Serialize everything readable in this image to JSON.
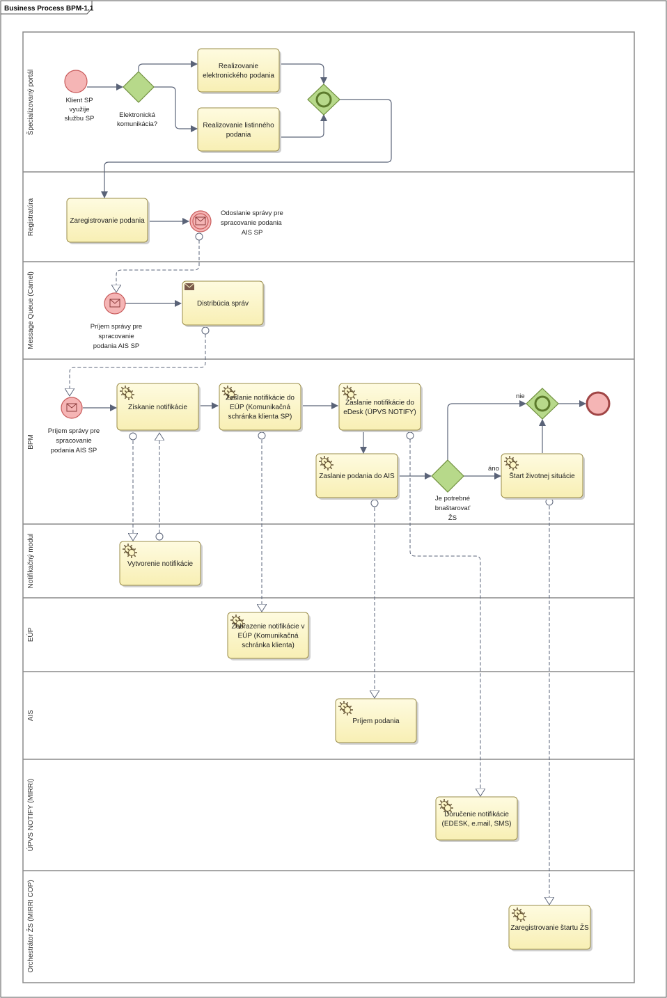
{
  "title": "Business Process BPM-1.1",
  "lanes": [
    "Špecializovaný portál",
    "Registratúra",
    "Message Queue (Camel)",
    "BPM",
    "Notifikačný modul",
    "EÚP",
    "AIS",
    "ÚPVS NOTIFY (MIRRI)",
    "Orchestrátor ŽS (MIRRI COP)"
  ],
  "tasks": {
    "t1": [
      "Realizovanie",
      "elektronického podania"
    ],
    "t2": [
      "Realizovanie listinného",
      "podania"
    ],
    "t3": [
      "Zaregistrovanie podania"
    ],
    "t4": [
      "Distribúcia správ"
    ],
    "t5": [
      "Získanie notifikácie"
    ],
    "t6": [
      "Zaslanie notifikácie do",
      "EÚP (Komunikačná",
      "schránka klienta SP)"
    ],
    "t7": [
      "Zaslanie notifikácie do",
      "eDesk (ÚPVS NOTIFY)"
    ],
    "t8": [
      "Zaslanie podania do AIS"
    ],
    "t9": [
      "Štart životnej situácie"
    ],
    "t10": [
      "Vytvorenie notifikácie"
    ],
    "t11": [
      "Zobrazenie notifikácie v",
      "EÚP (Komunikačná",
      "schránka klienta)"
    ],
    "t12": [
      "Príjem podania"
    ],
    "t13": [
      "Doručenie notifikácie",
      "(EDESK, e.mail, SMS)"
    ],
    "t14": [
      "Zaregistrovanie štartu ŽS"
    ]
  },
  "events": {
    "start_client": [
      "Klient SP",
      "využije",
      "službu SP"
    ],
    "gw_electronic": [
      "Elektronická",
      "komunikácia?"
    ],
    "msg_send": [
      "Odoslanie správy pre",
      "spracovanie podania",
      "AIS SP"
    ],
    "msg_receive_mq": [
      "Príjem správy pre",
      "spracovanie",
      "podania AIS SP"
    ],
    "msg_receive_bpm": [
      "Príjem správy pre",
      "spracovanie",
      "podania AIS SP"
    ],
    "gw_ls": [
      "Je potrebné",
      "bnaštarovať",
      "ŽS"
    ]
  },
  "flow_labels": {
    "no": "nie",
    "yes": "áno"
  },
  "colors": {
    "task_fill": "#fdf7c7",
    "task_stroke": "#9a8c48",
    "event_fill": "#f5b5b5",
    "event_stroke": "#c85a5a",
    "gateway_fill": "#b7d98a",
    "gateway_stroke": "#6f8f3d",
    "line": "#5a6378",
    "lane_stroke": "#8a8a8a"
  }
}
